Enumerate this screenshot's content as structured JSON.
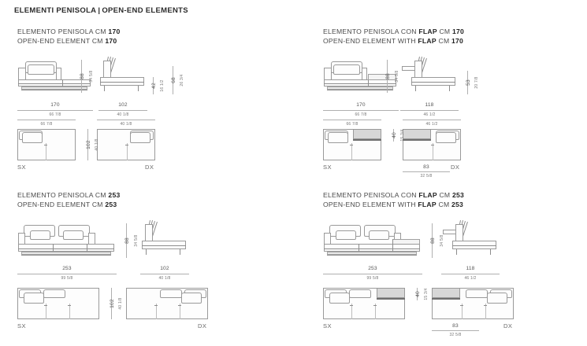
{
  "header": {
    "title_it": "ELEMENTI PENISOLA",
    "separator": "|",
    "title_en": "OPEN-END ELEMENTS"
  },
  "sections": [
    {
      "id": "penisola-170",
      "caption_it_prefix": "ELEMENTO PENISOLA CM ",
      "caption_it_value": "170",
      "caption_en_prefix": "OPEN-END ELEMENT CM ",
      "caption_en_value": "170",
      "front": {
        "width_cm": "170",
        "width_in": "66 7/8",
        "height_cm": "88",
        "height_in": "34 5/8"
      },
      "side": {
        "depth_cm": "102",
        "depth_in": "40 1/8",
        "seat_h_cm": "42",
        "seat_h_in": "16 1/2",
        "back_h_cm": "68",
        "back_h_in": "26 3/4"
      },
      "plan": {
        "width_in": "66 7/8",
        "flap_width_in": "40 1/8",
        "depth_cm": "102",
        "depth_in": "40 1/8",
        "left_label": "SX",
        "right_label": "DX",
        "has_flap": false
      }
    },
    {
      "id": "penisola-flap-170",
      "caption_it_prefix": "ELEMENTO PENISOLA CON ",
      "caption_it_flap": "FLAP",
      "caption_it_mid": " CM ",
      "caption_it_value": "170",
      "caption_en_prefix": "OPEN-END ELEMENT WITH ",
      "caption_en_flap": "FLAP",
      "caption_en_mid": " CM ",
      "caption_en_value": "170",
      "front": {
        "width_cm": "170",
        "width_in": "66 7/8",
        "height_cm": "88",
        "height_in": "34 5/8"
      },
      "side": {
        "depth_cm": "118",
        "depth_in": "46 1/2",
        "flap_h_cm": "53",
        "flap_h_in": "20 7/8"
      },
      "plan": {
        "width_in": "66 7/8",
        "flap_width_in": "46 1/2",
        "flap_depth_cm": "40",
        "flap_depth_in": "15 3/4",
        "flap_len_cm": "83",
        "flap_len_in": "32 5/8",
        "left_label": "SX",
        "right_label": "DX",
        "has_flap": true
      }
    },
    {
      "id": "penisola-253",
      "caption_it_prefix": "ELEMENTO PENISOLA CM ",
      "caption_it_value": "253",
      "caption_en_prefix": "OPEN-END ELEMENT CM ",
      "caption_en_value": "253",
      "front": {
        "width_cm": "253",
        "width_in": "99 5/8",
        "height_cm": "88",
        "height_in": "34 5/8"
      },
      "side": {
        "depth_cm": "102",
        "depth_in": "40 1/8"
      },
      "plan": {
        "depth_cm": "102",
        "depth_in": "40 1/8",
        "left_label": "SX",
        "right_label": "DX",
        "has_flap": false
      }
    },
    {
      "id": "penisola-flap-253",
      "caption_it_prefix": "ELEMENTO PENISOLA CON ",
      "caption_it_flap": "FLAP",
      "caption_it_mid": " CM ",
      "caption_it_value": "253",
      "caption_en_prefix": "OPEN-END ELEMENT WITH ",
      "caption_en_flap": "FLAP",
      "caption_en_mid": " CM ",
      "caption_en_value": "253",
      "front": {
        "width_cm": "253",
        "width_in": "99 5/8",
        "height_cm": "88",
        "height_in": "34 5/8"
      },
      "side": {
        "depth_cm": "118",
        "depth_in": "46 1/2"
      },
      "plan": {
        "flap_depth_cm": "40",
        "flap_depth_in": "15 3/4",
        "flap_len_cm": "83",
        "flap_len_in": "32 5/8",
        "left_label": "SX",
        "right_label": "DX",
        "has_flap": true
      }
    }
  ],
  "colors": {
    "line": "#8c8c8c",
    "flap_fill": "#d7d7d7",
    "text": "#4a4a4a",
    "title": "#2b2b2b"
  }
}
